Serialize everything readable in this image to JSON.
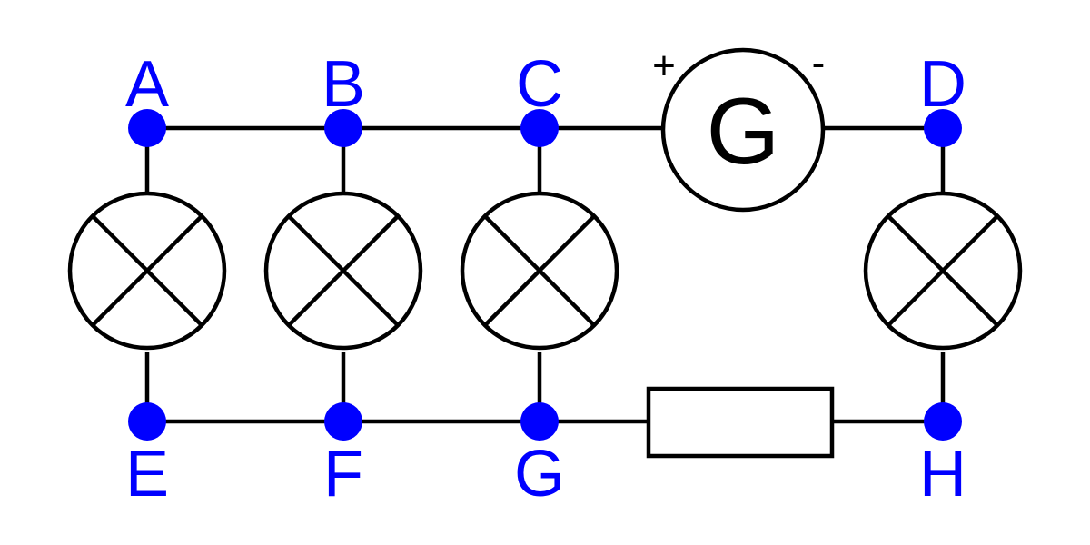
{
  "colors": {
    "node": "#0000ff",
    "wire": "#000000",
    "background": "#ffffff"
  },
  "nodes": {
    "A": "A",
    "B": "B",
    "C": "C",
    "D": "D",
    "E": "E",
    "F": "F",
    "G": "G",
    "H": "H"
  },
  "generator": {
    "label": "G",
    "positive": "+",
    "negative": "-"
  },
  "components": {
    "lamps": [
      "lamp-AE",
      "lamp-BF",
      "lamp-CG",
      "lamp-DH"
    ],
    "resistor": "resistor-GH",
    "generator": "generator-CD"
  }
}
